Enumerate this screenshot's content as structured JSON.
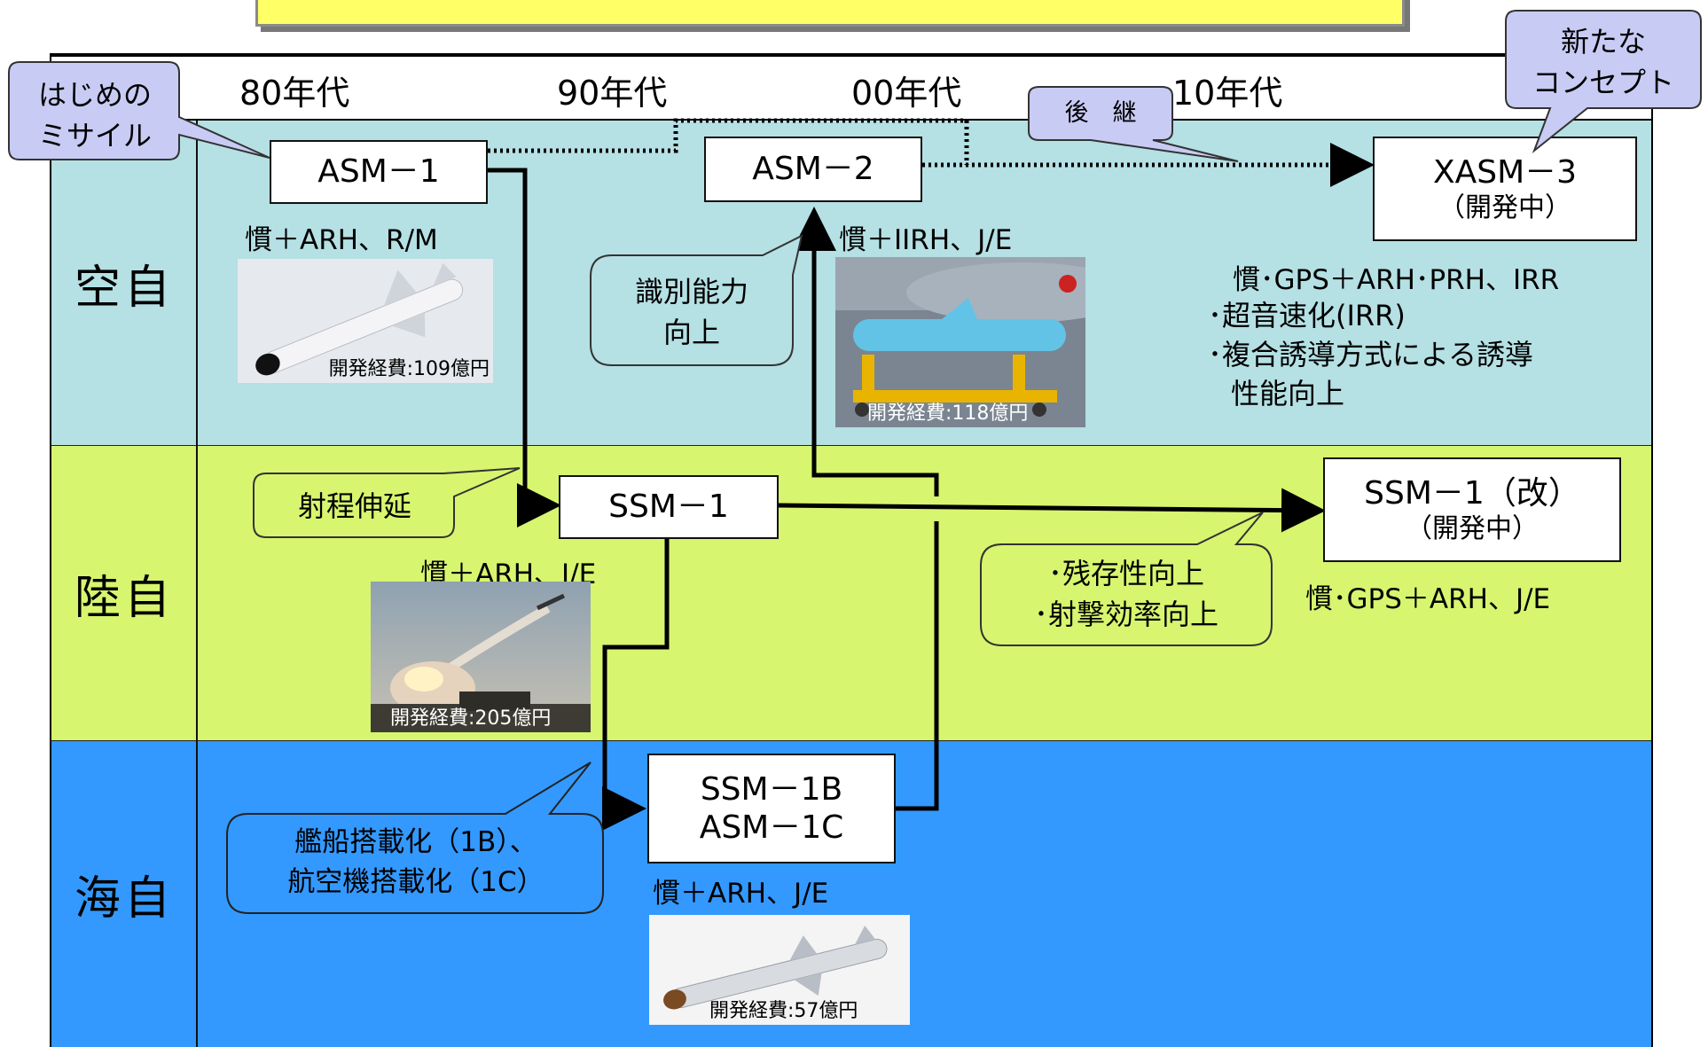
{
  "eras": [
    "80年代",
    "90年代",
    "00年代",
    "10年代"
  ],
  "branches": {
    "air": "空自",
    "ground": "陸自",
    "maritime": "海自"
  },
  "missiles": {
    "asm1": {
      "name": "ASM－1",
      "spec": "慣＋ARH、R/M",
      "cost": "開発経費:109億円"
    },
    "asm2": {
      "name": "ASM－2",
      "spec": "慣＋IIRH、J/E",
      "cost": "開発経費:118億円"
    },
    "xasm3": {
      "name": "XASM－3",
      "status": "（開発中）",
      "spec": "慣･GPS＋ARH･PRH、IRR",
      "notes": [
        "･超音速化(IRR)",
        "･複合誘導方式による誘導",
        "性能向上"
      ]
    },
    "ssm1": {
      "name": "SSM－1",
      "spec": "慣＋ARH、J/E",
      "cost": "開発経費:205億円"
    },
    "ssm1kai": {
      "name": "SSM－1（改）",
      "status": "（開発中）",
      "spec": "慣･GPS＋ARH、J/E"
    },
    "ssm1b": {
      "name_1": "SSM－1B",
      "name_2": "ASM－1C",
      "spec": "慣＋ARH、J/E",
      "cost": "開発経費:57億円"
    }
  },
  "callouts": {
    "first_missile": [
      "はじめの",
      "ミサイル"
    ],
    "new_concept": [
      "新たな",
      "コンセプト"
    ],
    "successor": "後　継",
    "identification": [
      "識別能力",
      "向上"
    ],
    "range_ext": "射程伸延",
    "survivability": [
      "･残存性向上",
      "･射撃効率向上"
    ],
    "shipborne": [
      "艦船搭載化（1B）、",
      "航空機搭載化（1C）"
    ]
  },
  "colors": {
    "air_band": "#b5e0e4",
    "ground_band": "#d7f56f",
    "maritime_band": "#3399ff",
    "callout_fill": "#c8ccf4",
    "title_bar": "#ffff66"
  }
}
